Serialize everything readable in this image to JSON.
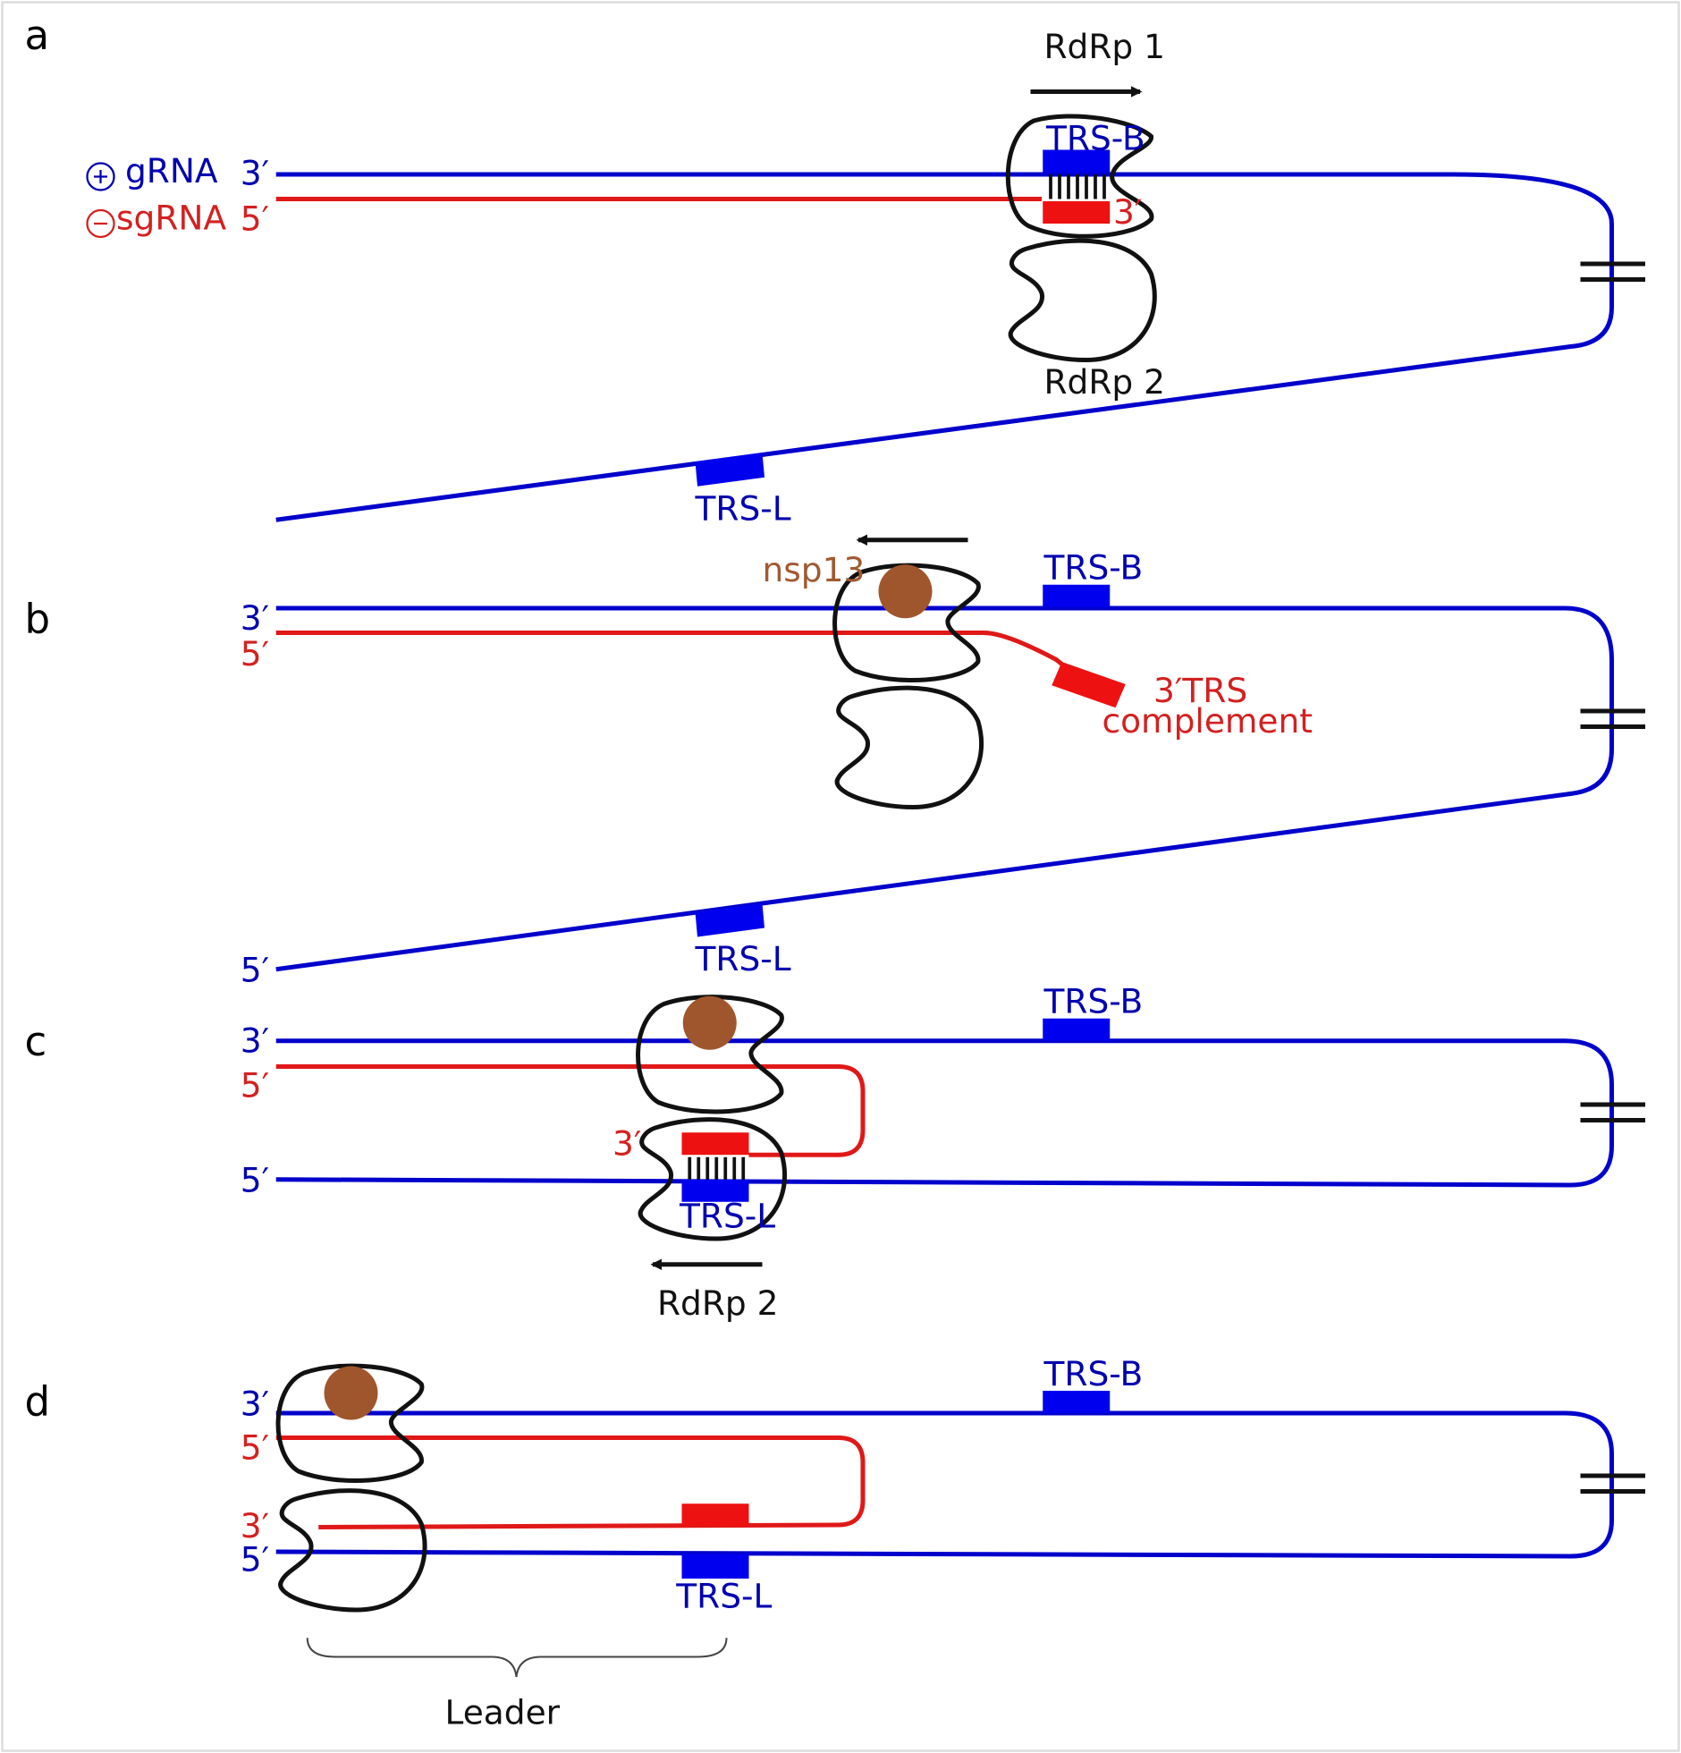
{
  "colors": {
    "plus_strand": "#0000cc",
    "minus_strand": "#e01818",
    "polymerase": "#111111",
    "nsp13": "#a05a32"
  },
  "icons": {
    "plus_sign": "circled-plus-icon",
    "minus_sign": "circled-minus-icon",
    "direction": "arrow-icon",
    "break": "double-slash-break-icon",
    "brace": "curly-brace-icon"
  },
  "panels": {
    "a": {
      "letter": "a",
      "legend_plus": "gRNA",
      "legend_minus": "sgRNA",
      "end_top": "3′",
      "end_second": "5′",
      "nascent_end": "3′",
      "rdrp_top": "RdRp 1",
      "rdrp_bottom": "RdRp 2",
      "trs_b": "TRS-B",
      "trs_l": "TRS-L"
    },
    "b": {
      "letter": "b",
      "end_top": "3′",
      "end_second": "5′",
      "end_bottom": "5′",
      "helicase": "nsp13",
      "trs_b": "TRS-B",
      "trs_l": "TRS-L",
      "complement_line1": "3′TRS",
      "complement_line2": "complement"
    },
    "c": {
      "letter": "c",
      "end_top": "3′",
      "end_second": "5′",
      "end_bottom": "5′",
      "nascent_end": "3′",
      "trs_b": "TRS-B",
      "trs_l": "TRS-L",
      "rdrp": "RdRp 2"
    },
    "d": {
      "letter": "d",
      "end_top": "3′",
      "end_second": "5′",
      "end_third": "3′",
      "end_bottom": "5′",
      "trs_b": "TRS-B",
      "trs_l": "TRS-L",
      "leader": "Leader"
    }
  }
}
